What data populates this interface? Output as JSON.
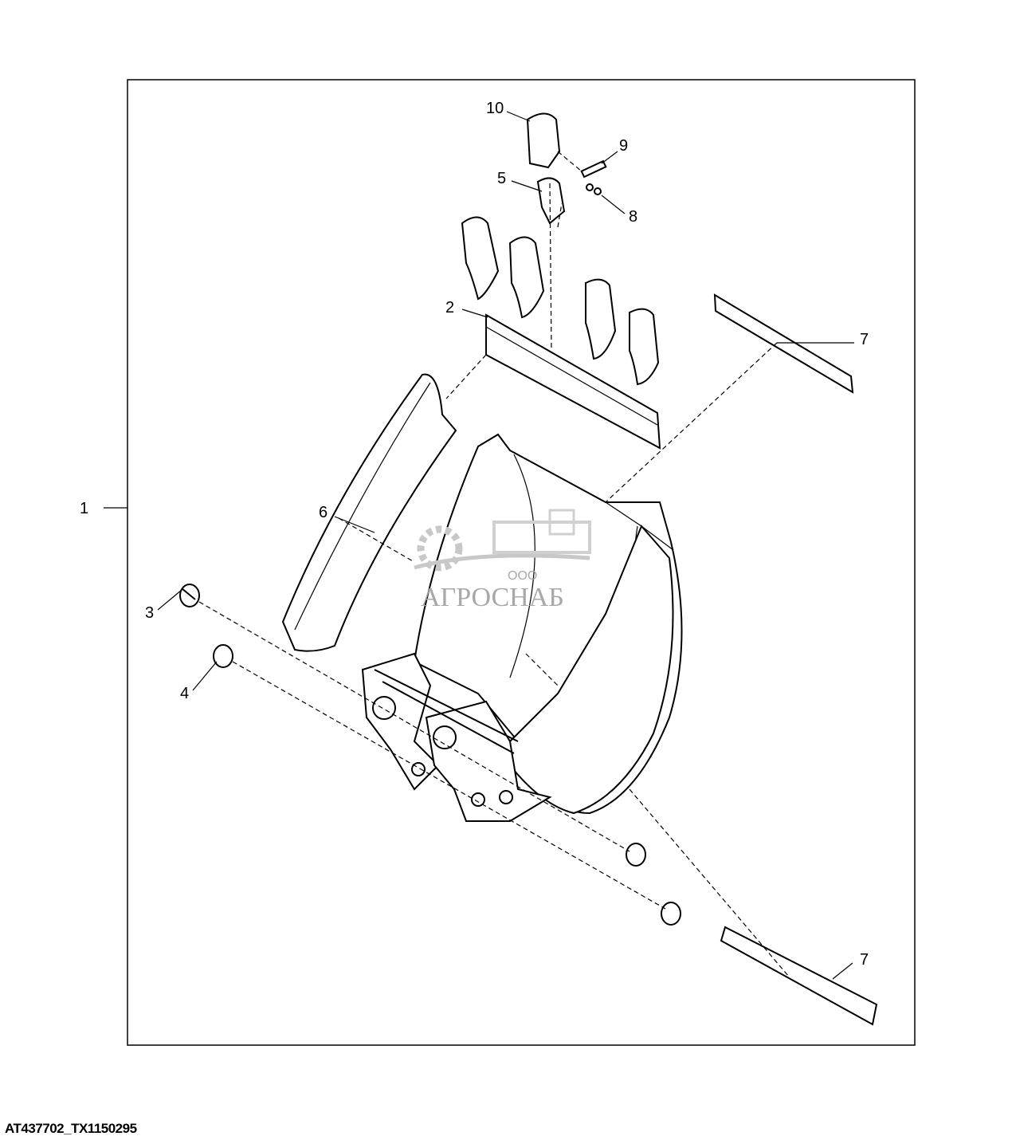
{
  "figure_id": "AT437702_TX1150295",
  "watermark": {
    "prefix": "ООО",
    "name": "АГРОСНАБ"
  },
  "callouts": [
    "1",
    "2",
    "3",
    "4",
    "5",
    "6",
    "7",
    "7",
    "8",
    "9",
    "10"
  ]
}
